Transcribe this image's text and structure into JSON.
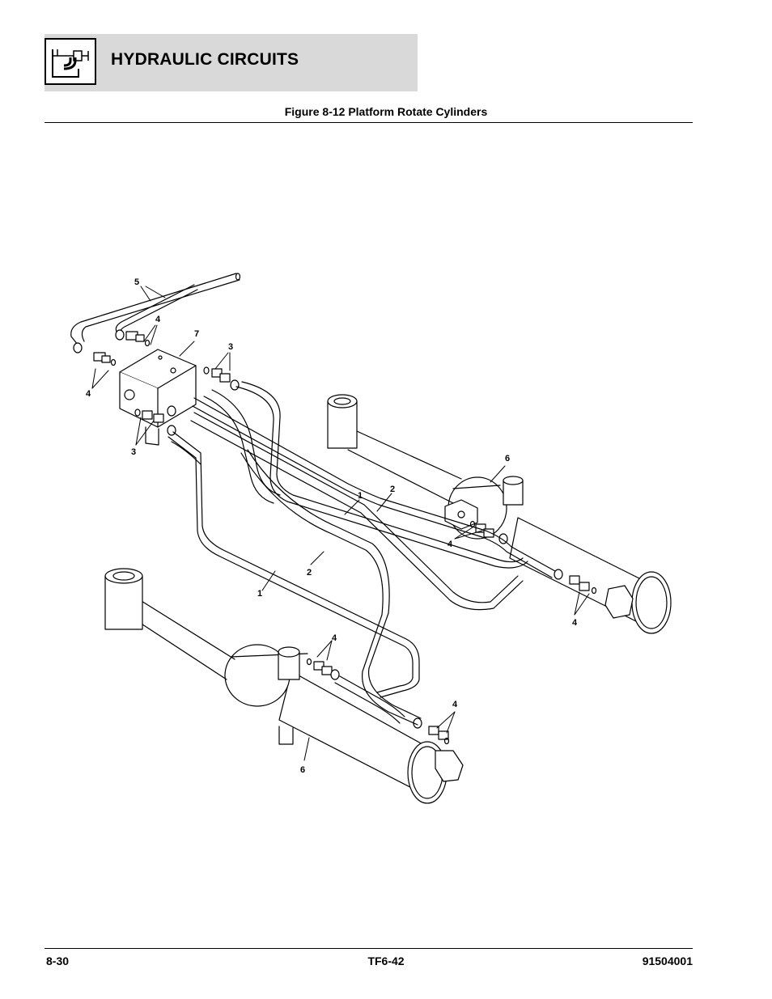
{
  "header": {
    "section_title": "HYDRAULIC CIRCUITS",
    "icon": "hydraulic-reservoir-icon"
  },
  "figure": {
    "title": "Figure 8-12 Platform Rotate Cylinders",
    "callouts": [
      {
        "id": "c5",
        "label": "5"
      },
      {
        "id": "c4a",
        "label": "4"
      },
      {
        "id": "c7",
        "label": "7"
      },
      {
        "id": "c3a",
        "label": "3"
      },
      {
        "id": "c4b",
        "label": "4"
      },
      {
        "id": "c3b",
        "label": "3"
      },
      {
        "id": "c6a",
        "label": "6"
      },
      {
        "id": "c1a",
        "label": "1"
      },
      {
        "id": "c2a",
        "label": "2"
      },
      {
        "id": "c4c",
        "label": "4"
      },
      {
        "id": "c4d",
        "label": "4"
      },
      {
        "id": "c2b",
        "label": "2"
      },
      {
        "id": "c1b",
        "label": "1"
      },
      {
        "id": "c4e",
        "label": "4"
      },
      {
        "id": "c4f",
        "label": "4"
      },
      {
        "id": "c6b",
        "label": "6"
      }
    ]
  },
  "footer": {
    "page_number": "8-30",
    "model": "TF6-42",
    "part_number": "91504001"
  }
}
